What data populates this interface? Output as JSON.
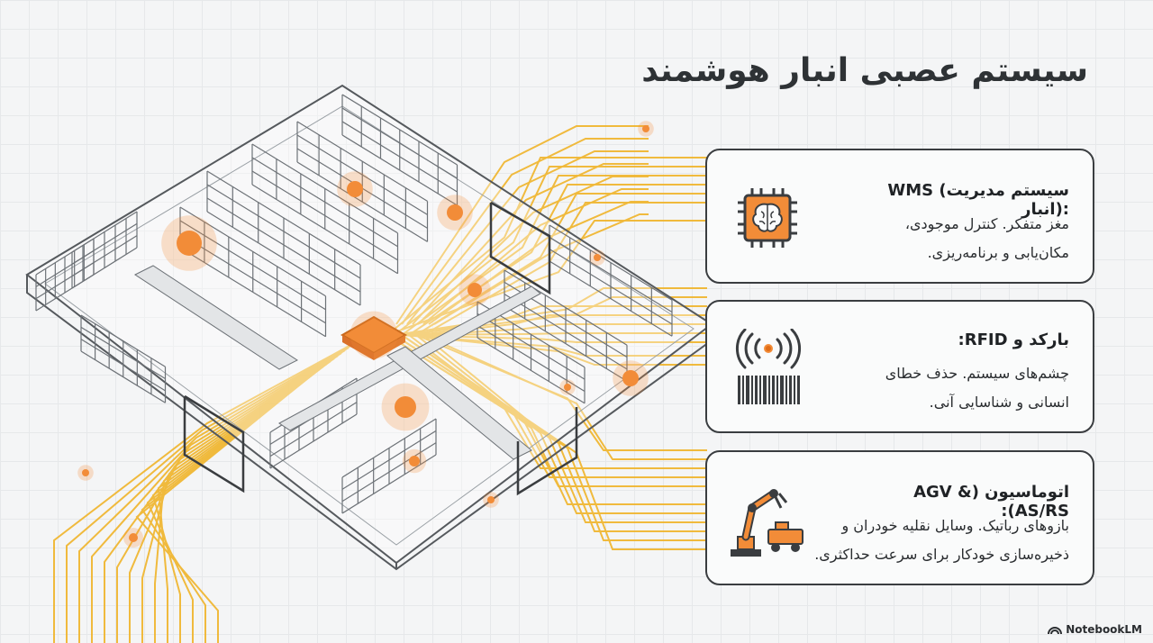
{
  "title": "سیستم عصبی انبار هوشمند",
  "cards": [
    {
      "title": "WMS (سیستم مدیریت انبار):",
      "body_lines": [
        "مغز متفکر. کنترل موجودی،",
        "مکان‌یابی و برنامه‌ریزی."
      ],
      "icon": "brain-chip-icon"
    },
    {
      "title": "بارکد و RFID:",
      "body_lines": [
        "چشم‌های سیستم. حذف خطای",
        "انسانی و شناسایی آنی."
      ],
      "icon": "rfid-barcode-icon"
    },
    {
      "title": "اتوماسیون (AGV & AS/RS):",
      "body_lines": [
        "بازوهای رباتیک. وسایل نقلیه خودران و",
        "ذخیره‌سازی خودکار برای سرعت حداکثری."
      ],
      "icon": "robot-arm-icon"
    }
  ],
  "brand": "NotebookLM",
  "colors": {
    "accent": "#f28c38",
    "circuit": "#f0b429",
    "outline": "#3a3d40",
    "background": "#f4f5f6"
  }
}
